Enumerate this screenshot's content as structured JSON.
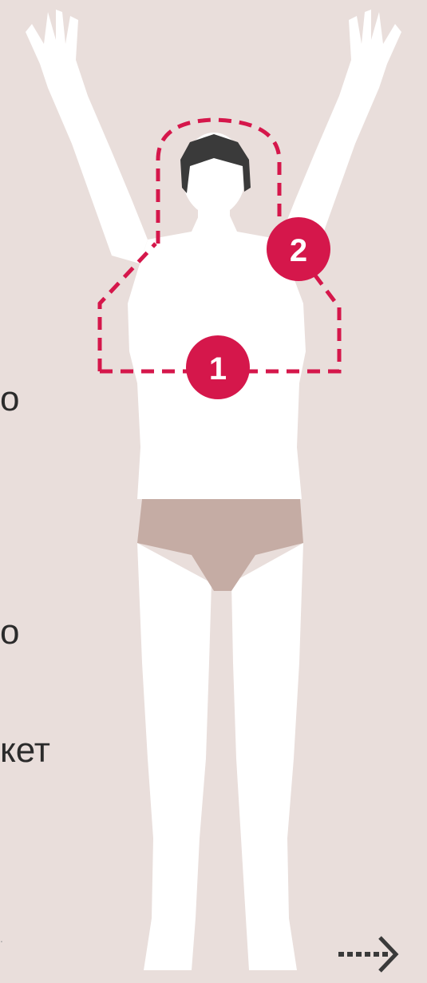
{
  "colors": {
    "background": "#e9dedb",
    "body": "#ffffff",
    "hair": "#3a3a3a",
    "underwear": "#c5aca4",
    "accent": "#d5174b",
    "text": "#2b2b2b"
  },
  "markers": [
    {
      "label": "1"
    },
    {
      "label": "2"
    }
  ],
  "side_text": {
    "line1": "о",
    "line2": "о",
    "line3": "кет",
    "dot": "."
  },
  "nav": {
    "next_icon": "dotted-arrow-right-icon"
  }
}
